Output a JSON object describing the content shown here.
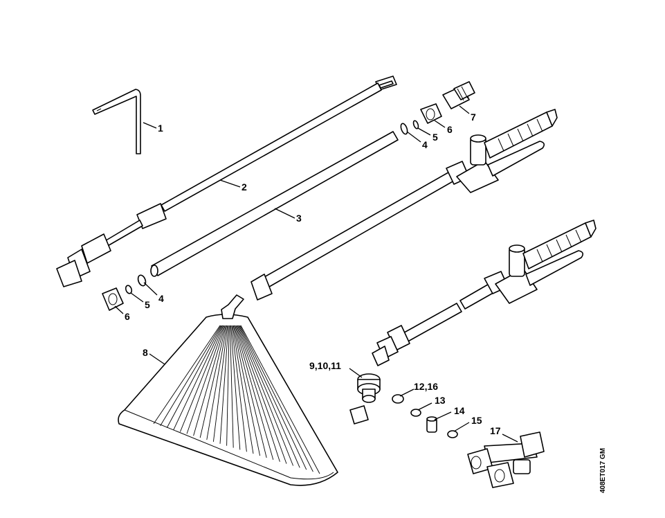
{
  "labels": {
    "l1": "1",
    "l2": "2",
    "l3": "3",
    "l4a": "4",
    "l4b": "4",
    "l5a": "5",
    "l5b": "5",
    "l6a": "6",
    "l6b": "6",
    "l7": "7",
    "l8": "8",
    "l9": "9,10,11",
    "l12": "12,16",
    "l13": "13",
    "l14": "14",
    "l15": "15",
    "l17": "17"
  },
  "drawing_code": "408ET017 GM"
}
